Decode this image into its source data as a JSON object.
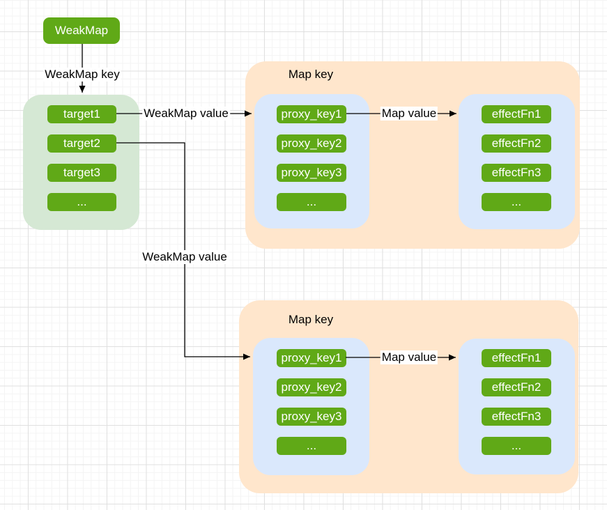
{
  "diagram": {
    "weakmap_label": "WeakMap",
    "targets": [
      "target1",
      "target2",
      "target3",
      "..."
    ],
    "maps": [
      {
        "title": "Map key",
        "proxy_keys": [
          "proxy_key1",
          "proxy_key2",
          "proxy_key3",
          "..."
        ],
        "effect_fns": [
          "effectFn1",
          "effectFn2",
          "effectFn3",
          "..."
        ]
      },
      {
        "title": "Map key",
        "proxy_keys": [
          "proxy_key1",
          "proxy_key2",
          "proxy_key3",
          "..."
        ],
        "effect_fns": [
          "effectFn1",
          "effectFn2",
          "effectFn3",
          "..."
        ]
      }
    ],
    "edge_labels": {
      "weakmap_key": "WeakMap key",
      "weakmap_value_top": "WeakMap value",
      "weakmap_value_bottom": "WeakMap value",
      "map_value_top": "Map value",
      "map_value_bottom": "Map value"
    },
    "colors": {
      "node_green": "#60a917",
      "container_green": "#d5e8d4",
      "container_orange": "#ffe6cc",
      "container_blue": "#dae8fc",
      "node_text": "#ffffff",
      "label_text": "#000000",
      "arrow": "#000000",
      "grid_minor": "#f4f4f4",
      "grid_major": "#e0e0e0"
    }
  }
}
